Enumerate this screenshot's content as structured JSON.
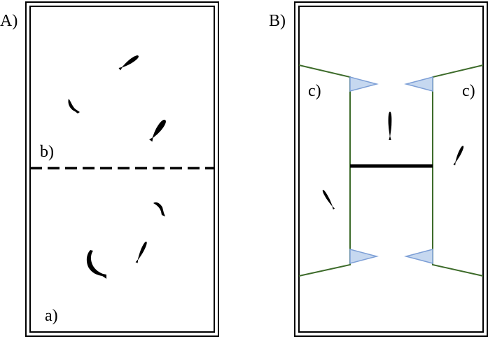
{
  "panels": {
    "a": {
      "panel_label": "A)",
      "divider_label": "b)",
      "zone_label": "a)"
    },
    "b": {
      "panel_label": "B)",
      "left_chamber_label": "c)",
      "right_chamber_label": "c)"
    }
  },
  "colors": {
    "outline": "#000000",
    "fish": "#000000",
    "funnel_walls": "#3d6b2a",
    "funnel_flaps_fill": "#c6d8f0",
    "funnel_flaps_stroke": "#7d9fd6",
    "divider": "#000000",
    "background": "#ffffff"
  }
}
